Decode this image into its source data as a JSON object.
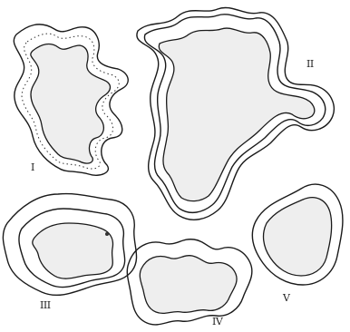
{
  "figure": {
    "panels": [
      {
        "label": "I"
      },
      {
        "label": "II"
      },
      {
        "label": "III"
      },
      {
        "label": "IV"
      },
      {
        "label": "V"
      }
    ]
  }
}
